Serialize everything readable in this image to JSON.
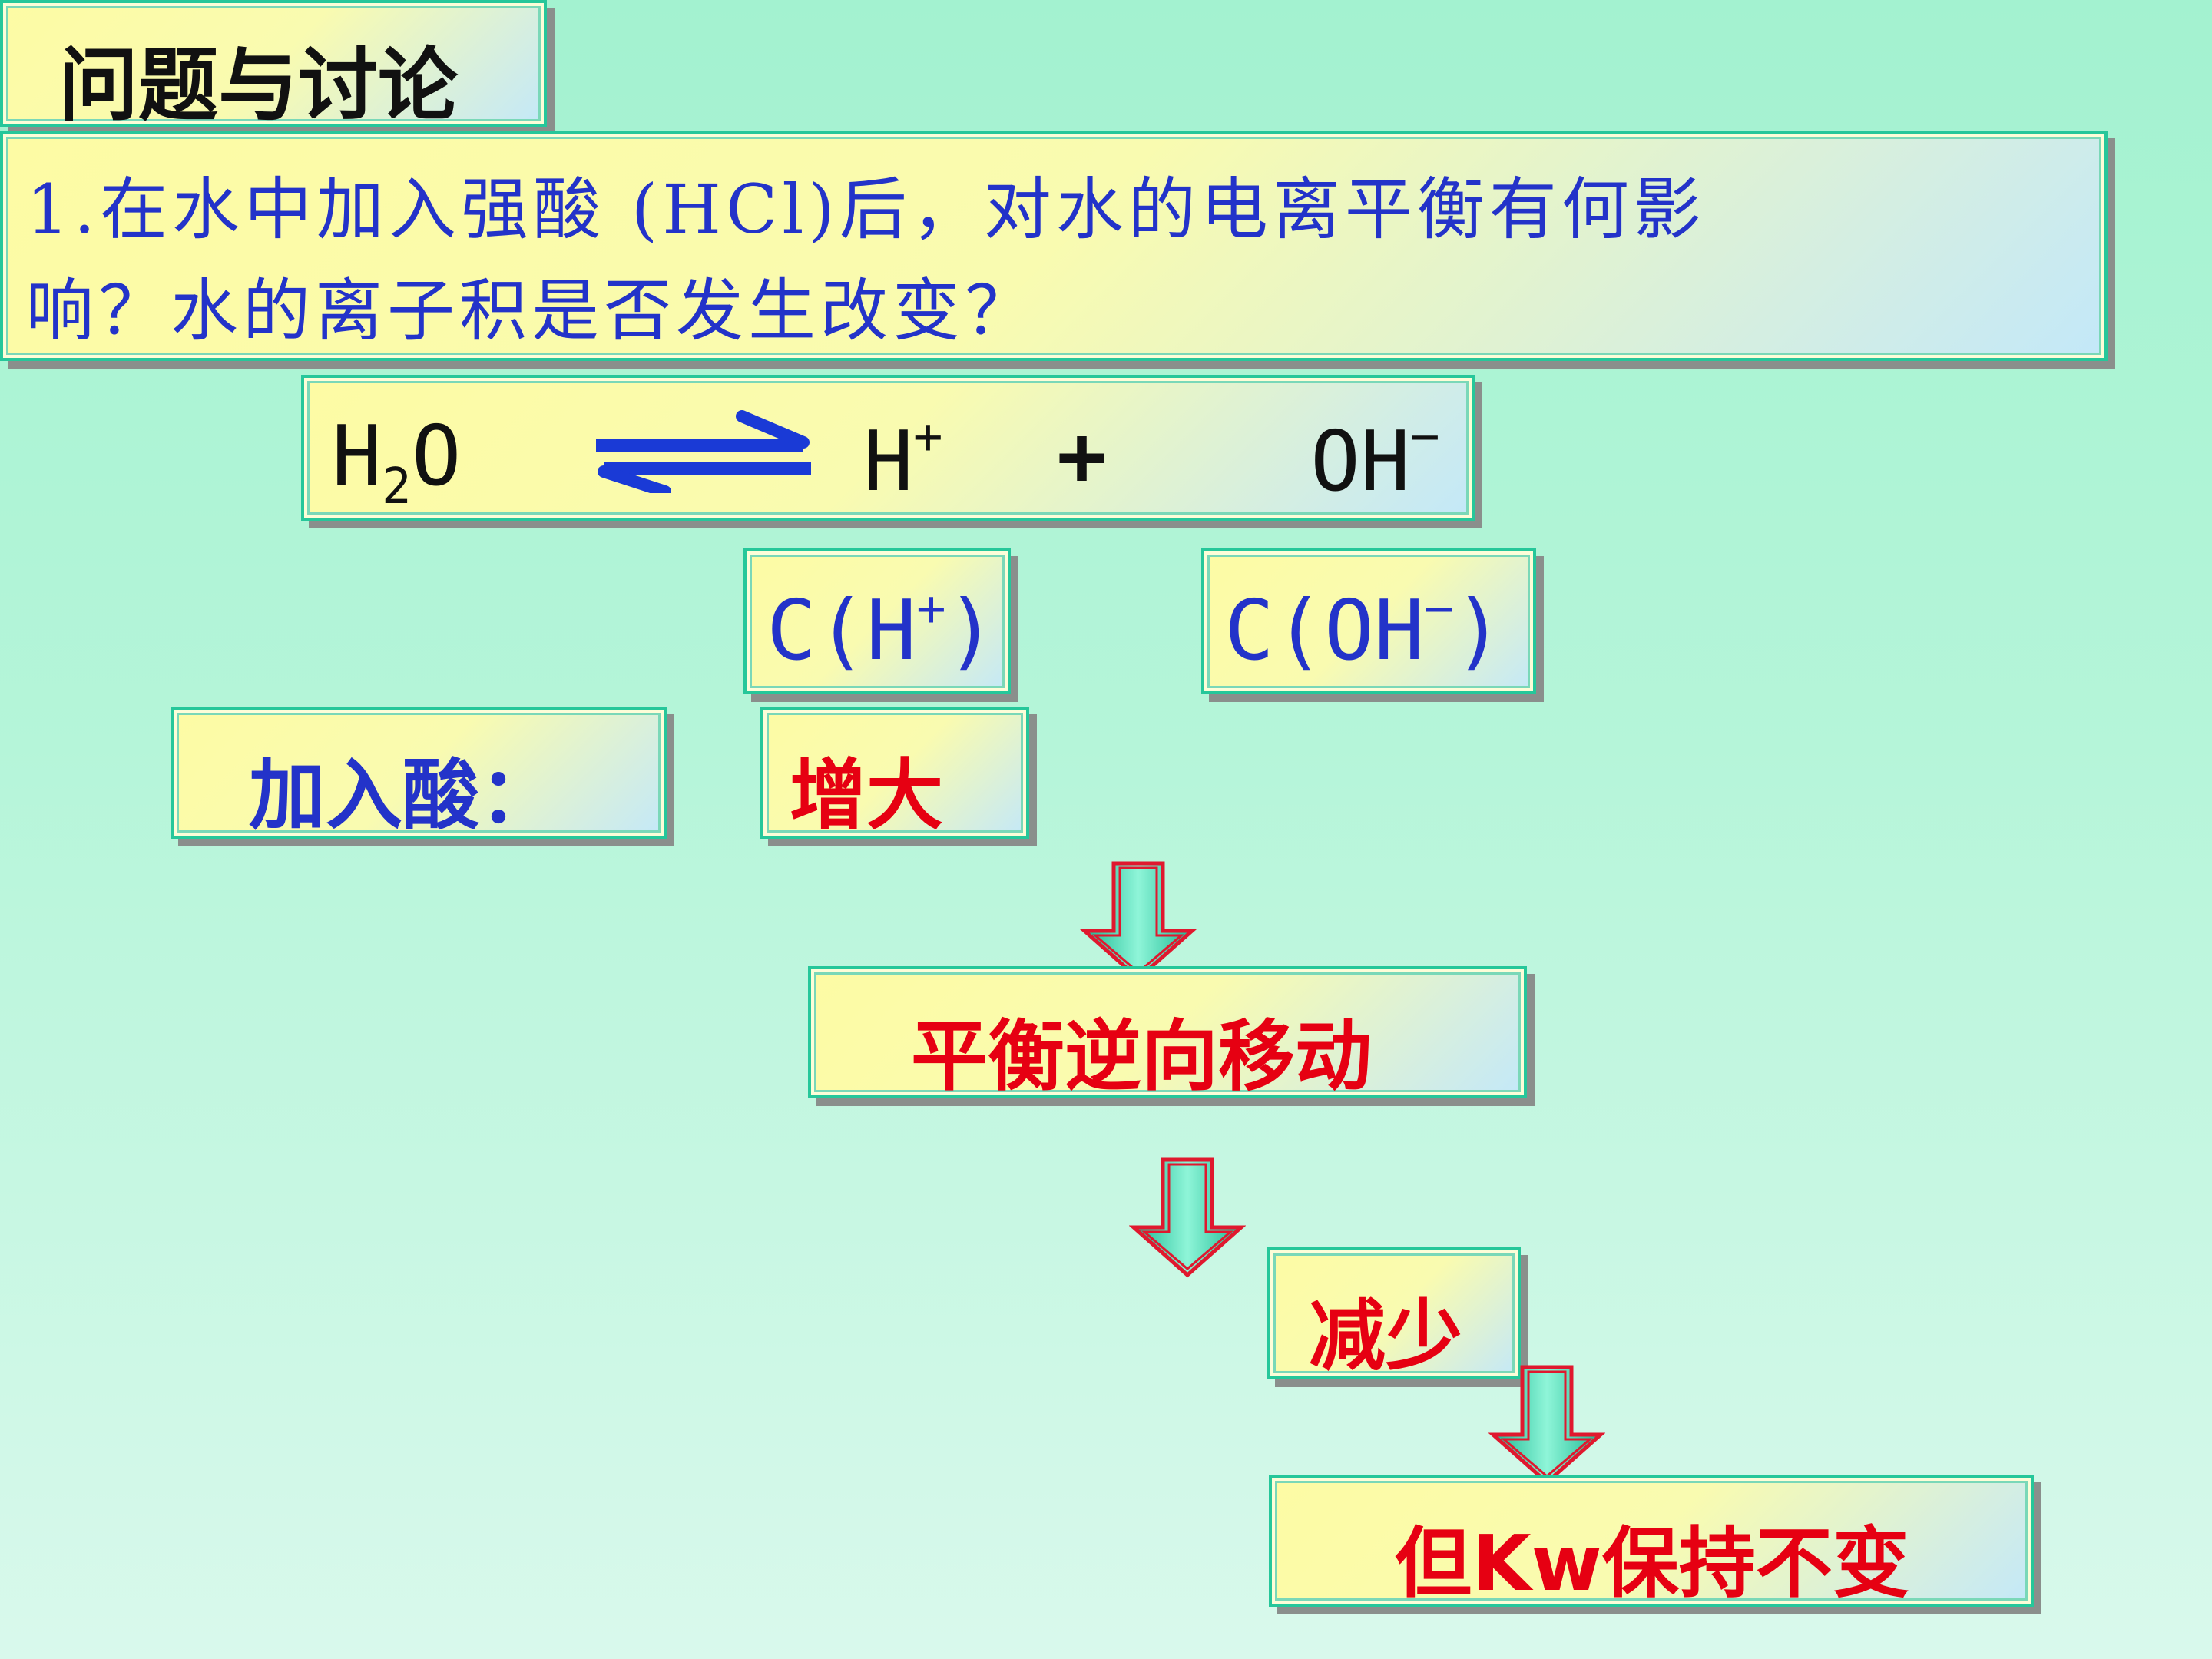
{
  "title": "问题与讨论",
  "question": {
    "line1": "1.在水中加入强酸 (HCl)后，对水的电离平衡有何影",
    "line2": "响？水的离子积是否发生改变？"
  },
  "equation": {
    "reactant_symbol": "H",
    "reactant_subscript": "2",
    "reactant_tail": "O",
    "product1_symbol": "H",
    "product1_charge": "+",
    "plus": "+",
    "product2_symbol": "OH",
    "product2_charge": "−"
  },
  "concentrations": {
    "h_prefix": "C(H",
    "h_charge": "+",
    "h_suffix": ")",
    "oh_prefix": "C(OH",
    "oh_charge": "−",
    "oh_suffix": ")"
  },
  "flow": {
    "condition_label": "加入酸：",
    "h_change": "增大",
    "equilibrium": "平衡逆向移动",
    "oh_change": "减少",
    "conclusion": "但Kw保持不变"
  },
  "colors": {
    "question_text": "#2333c9",
    "answer_text": "#e60012",
    "box_border": "#26c79a",
    "arrow_fill": "#2fcfb0",
    "arrow_outline": "#e0182e"
  },
  "icons": {
    "equilibrium_arrows": "reversible-arrow-icon",
    "flow_arrow": "down-arrow-icon"
  }
}
